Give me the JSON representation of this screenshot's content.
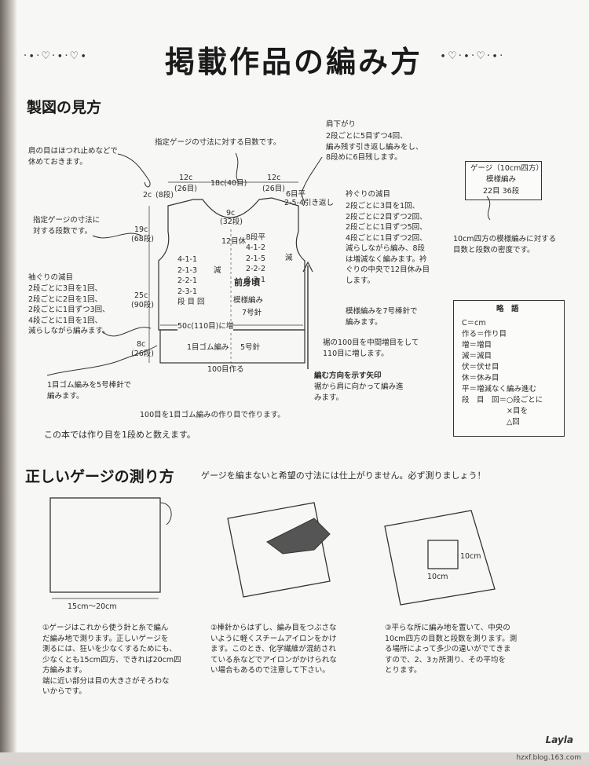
{
  "title": "掲載作品の編み方",
  "section1": {
    "heading": "製図の見方",
    "notes": {
      "shoulder_hold": "肩の目はほつれ止めなどで\n休めておきます。",
      "gauge_stitches": "指定ゲージの寸法に対する目数です。",
      "gauge_rows": "指定ゲージの寸法に\n対する段数です。",
      "armhole_dec_title": "袖ぐりの減目",
      "armhole_dec": "2段ごとに3目を1回、\n2段ごとに2目を1回、\n2段ごとに1目ずつ3回、\n4段ごとに1目を1回、\n減らしながら編みます。",
      "shoulder_slope_title": "肩下がり",
      "shoulder_slope": "2段ごとに5目ずつ4回、\n編み残す引き返し編みをし、\n8段めに6目残します。",
      "neck_dec_title": "衿ぐりの減目",
      "neck_dec": "2段ごとに3目を1回、\n2段ごとに2目ずつ2回、\n2段ごとに1目ずつ5回、\n4段ごとに1目ずつ2回、\n減らしながら編み、8段\nは増減なく編みます。衿\nぐりの中央で12目休み目\nします。",
      "gauge_box_title": "ゲージ（10cm四方）",
      "gauge_box_pattern": "模様編み",
      "gauge_box_values": "22目 36段",
      "gauge_box_note": "10cm四方の模様編みに対する\n目数と段数の密度です。",
      "pattern_needle": "模様編みを7号棒針で\n編みます。",
      "hem_increase": "裾の100目を中間増目をして\n110目に増します。",
      "direction_title": "編む方向を示す矢印",
      "direction": "裾から肩に向かって編み進\nみます。",
      "ribbing": "1目ゴム編みを5号棒針で\n編みます。",
      "cast_on": "100目を1目ゴム編みの作り目で作ります。",
      "cast_on_row": "この本では作り目を1段めと数えます。"
    },
    "diagram": {
      "top_left": "12c",
      "top_left_st": "(26目)",
      "top_mid": "18c(40目)",
      "top_right": "12c",
      "top_right_st": "(26目)",
      "shoulder_flat": "6目平",
      "shoulder_seq": "2-5-4引き返し",
      "armhole_drop": "2c",
      "armhole_drop_rows": "(8段)",
      "neck_depth": "9c",
      "neck_rows": "(32段)",
      "flat_8": "8段平",
      "neck_seq": "4-1-2\n2-1-5\n2-2-2\n2-3-1",
      "center_12": "12目休",
      "side_dec": "減",
      "armhole_len": "19c",
      "armhole_rows": "(68段)",
      "arm_seq": "4-1-1\n2-1-3\n2-2-1\n2-3-1\n段 目 回",
      "body_len": "25c",
      "body_rows": "(90段)",
      "piece_name": "前身頃",
      "piece_pattern": "模様編み",
      "piece_needle": "7号針",
      "width": "50c(110目)に増",
      "rib_len": "8c",
      "rib_rows": "(26段)",
      "rib_label": "1目ゴム編み",
      "rib_needle": "5号針",
      "cast_label": "100目作る"
    },
    "legend": {
      "title": "略　語",
      "items": [
        "C＝cm",
        "作る＝作り目",
        "増＝増目",
        "減＝減目",
        "伏＝伏せ目",
        "休＝休み目",
        "平＝増減なく編み進む",
        "段　目　回＝○段ごとに",
        "　　　　　　×目を",
        "　　　　　　△回"
      ]
    }
  },
  "section2": {
    "heading": "正しいゲージの測り方",
    "subtitle": "ゲージを編まないと希望の寸法には仕上がりません。必ず測りましょう！",
    "swatch_label": "15cm～20cm",
    "square_w": "10cm",
    "square_h": "10cm",
    "step1": "①ゲージはこれから使う針と糸で編ん\nだ編み地で測ります。正しいゲージを\n測るには、狂いを少なくするためにも、\n少なくとも15cm四方、できれば20cm四\n方編みます。\n端に近い部分は目の大きさがそろわな\nいからです。",
    "step2": "②棒針からはずし、編み目をつぶさな\nいように軽くスチームアイロンをかけ\nます。このとき、化学繊維が混紡され\nている糸などでアイロンがかけられな\nい場合もあるので注意して下さい。",
    "step3": "③平らな所に編み地を置いて、中央の\n10cm四方の目数と段数を測ります。測\nる場所によって多少の違いがでてきま\nすので、2、3ヵ所測り、その平均を\nとります。"
  },
  "footer": {
    "logo": "Layla",
    "source": "hzxf.blog.163.com"
  }
}
